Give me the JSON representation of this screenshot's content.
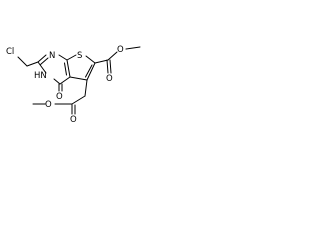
{
  "molecule": {
    "atom_labels": {
      "cl": "Cl",
      "n_ring_top": "N",
      "s": "S",
      "o_ester_1": "O",
      "o_carbonyl_1": "O",
      "hn": "HN",
      "o_lactam": "O",
      "o_carbonyl_2": "O",
      "o_ester_2": "O"
    }
  }
}
